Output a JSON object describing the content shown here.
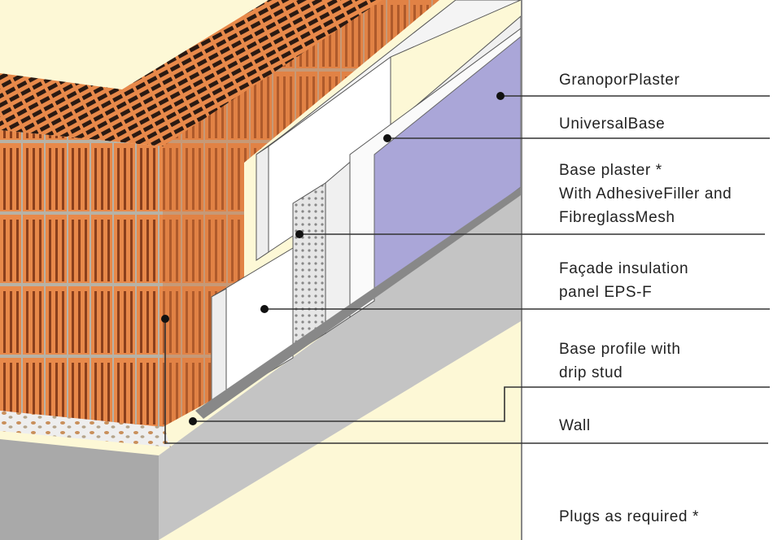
{
  "labels": {
    "granopor": "GranoporPlaster",
    "universal": "UniversalBase",
    "base_plaster_1": "Base plaster *",
    "base_plaster_2": "With AdhesiveFiller and",
    "base_plaster_3": "FibreglassMesh",
    "facade_1": "Façade insulation",
    "facade_2": "panel  EPS-F",
    "profile_1": "Base profile with",
    "profile_2": "drip stud",
    "wall": "Wall",
    "plugs": "Plugs as required *"
  },
  "colors": {
    "background": "#fdf8d6",
    "brick": "#e8894a",
    "concrete": "#bdbdbd",
    "finish": "#aaa6d8",
    "insulation": "#ffffff"
  }
}
